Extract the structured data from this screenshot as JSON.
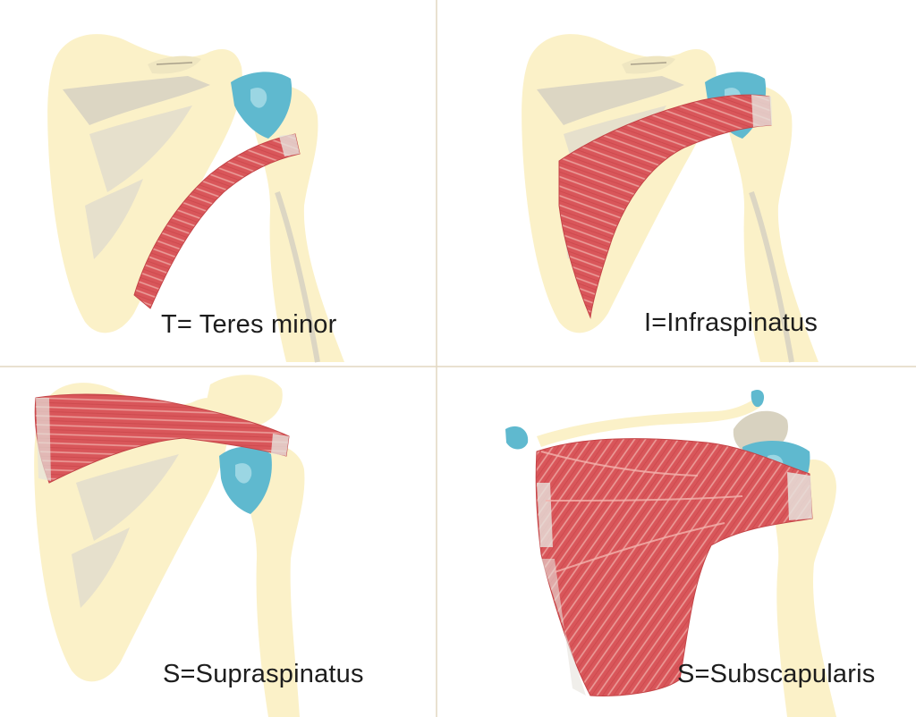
{
  "panels": [
    {
      "id": "teres-minor",
      "caption": "T= Teres minor"
    },
    {
      "id": "infraspinatus",
      "caption": "I=Infraspinatus"
    },
    {
      "id": "supraspinatus",
      "caption": "S=Supraspinatus"
    },
    {
      "id": "subscapularis",
      "caption": "S=Subscapularis"
    }
  ],
  "colors": {
    "bone": "#fbf1c8",
    "bone_shadow": "#dcd6c3",
    "cartilage": "#5fb9cf",
    "muscle": "#d9565a",
    "muscle_light": "#f0a7a3",
    "tendon": "#e6e2dc",
    "divider": "#e2d7c1"
  }
}
